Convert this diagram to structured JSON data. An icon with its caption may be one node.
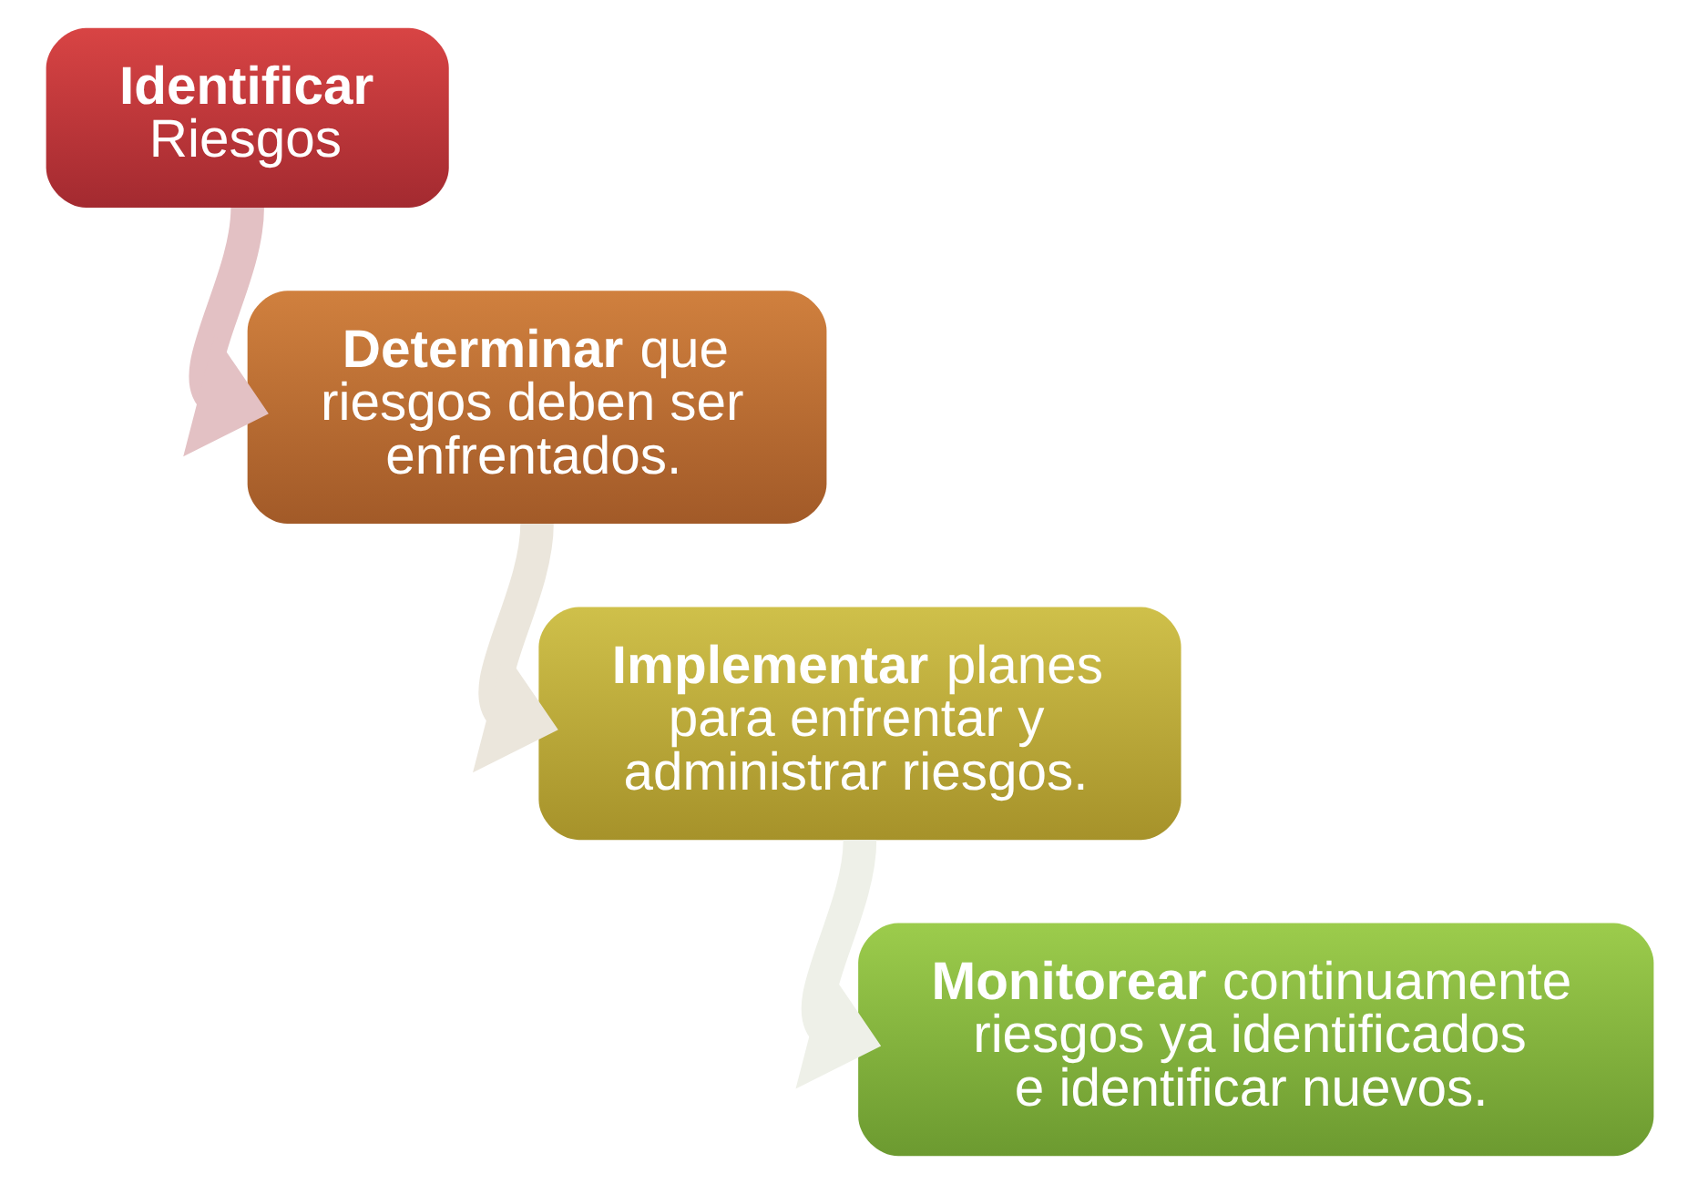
{
  "diagram": {
    "nodes": [
      {
        "text": [
          "**Identificar** Riesgos"
        ]
      },
      {
        "text": [
          "**Determinar** que riesgos deben ser enfrentados."
        ]
      },
      {
        "text": [
          "**Implementar** planes para enfrentar y administrar riesgos."
        ]
      },
      {
        "text": [
          "**Monitorear** continuamente riesgos ya identificados e identificar nuevos."
        ]
      }
    ],
    "edges": [
      {
        "from": 0,
        "to": 1,
        "arrow": "to",
        "color": "#e3c1c4"
      },
      {
        "from": 1,
        "to": 2,
        "arrow": "to",
        "color": "#ebe6dc"
      },
      {
        "from": 2,
        "to": 3,
        "arrow": "to",
        "color": "#eef0e8"
      }
    ]
  }
}
